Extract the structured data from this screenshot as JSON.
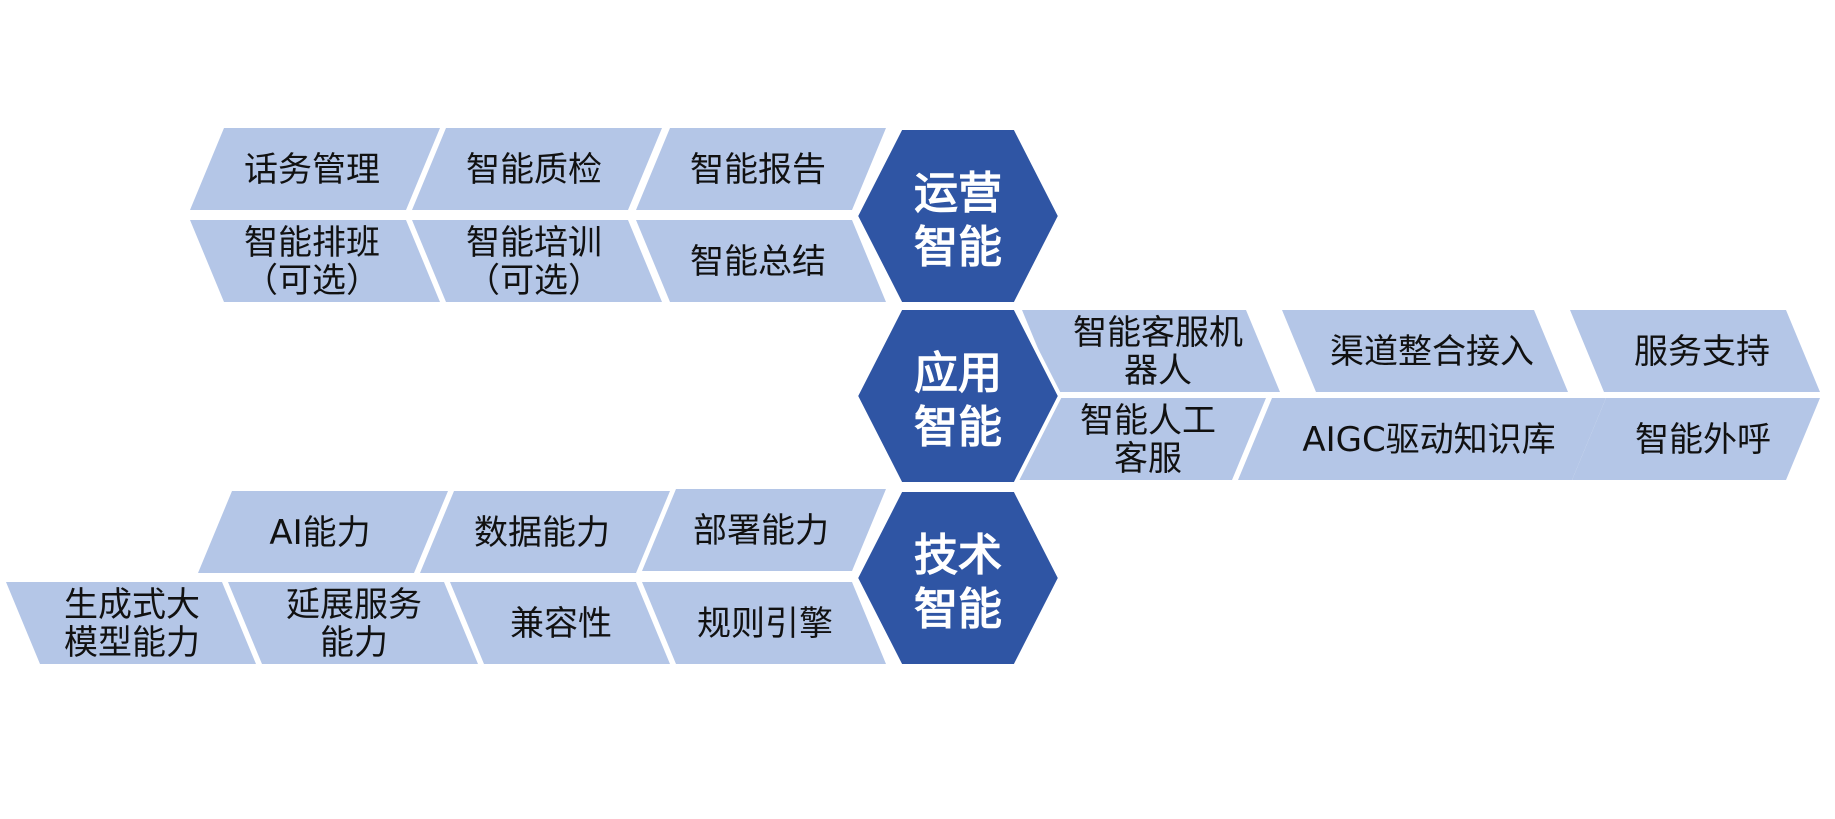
{
  "colors": {
    "tile_fill": "#b4c6e7",
    "hex_fill": "#2f55a4",
    "tile_text": "#111111",
    "hex_text": "#ffffff",
    "background": "#ffffff"
  },
  "hubs": {
    "operations": {
      "line1": "运营",
      "line2": "智能"
    },
    "application": {
      "line1": "应用",
      "line2": "智能"
    },
    "technology": {
      "line1": "技术",
      "line2": "智能"
    }
  },
  "operations_tiles": {
    "row1": [
      {
        "lines": [
          "话务管理"
        ]
      },
      {
        "lines": [
          "智能质检"
        ]
      },
      {
        "lines": [
          "智能报告"
        ]
      }
    ],
    "row2": [
      {
        "lines": [
          "智能排班",
          "（可选）"
        ]
      },
      {
        "lines": [
          "智能培训",
          "（可选）"
        ]
      },
      {
        "lines": [
          "智能总结"
        ]
      }
    ]
  },
  "application_tiles": {
    "row1": [
      {
        "lines": [
          "智能客服机",
          "器人"
        ]
      },
      {
        "lines": [
          "渠道整合接入"
        ]
      },
      {
        "lines": [
          "服务支持"
        ]
      }
    ],
    "row2": [
      {
        "lines": [
          "智能人工",
          "客服"
        ]
      },
      {
        "lines": [
          "AIGC驱动知识库"
        ]
      },
      {
        "lines": [
          "智能外呼"
        ]
      }
    ]
  },
  "technology_tiles": {
    "row1": [
      {
        "lines": [
          "AI能力"
        ]
      },
      {
        "lines": [
          "数据能力"
        ]
      },
      {
        "lines": [
          "部署能力"
        ]
      }
    ],
    "row2": [
      {
        "lines": [
          "生成式大",
          "模型能力"
        ]
      },
      {
        "lines": [
          "延展服务",
          "能力"
        ]
      },
      {
        "lines": [
          "兼容性"
        ]
      },
      {
        "lines": [
          "规则引擎"
        ]
      }
    ]
  }
}
